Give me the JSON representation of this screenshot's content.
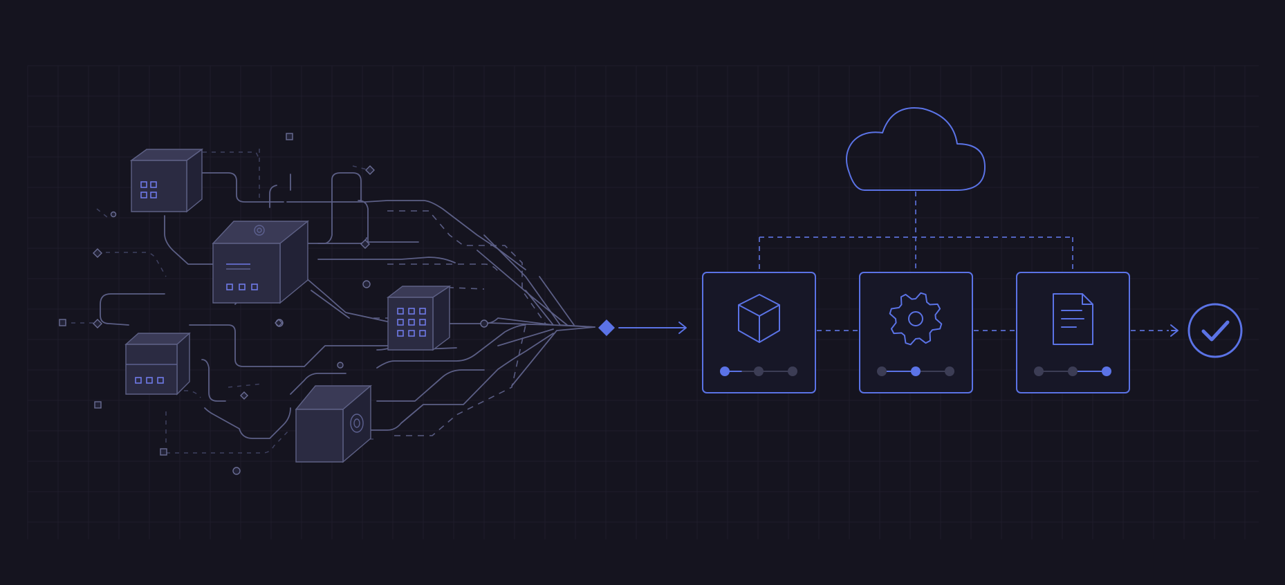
{
  "diagram": {
    "sources": [
      {
        "id": "block-small-grid",
        "icon": "grid-icon"
      },
      {
        "id": "block-gear-config",
        "icon": "gear-icon"
      },
      {
        "id": "block-data-grid",
        "icon": "grid-icon"
      },
      {
        "id": "block-list",
        "icon": "list-icon"
      },
      {
        "id": "block-gear-side",
        "icon": "gear-icon"
      }
    ],
    "merge_node": {
      "icon": "diamond-icon"
    },
    "cloud": {
      "icon": "cloud-icon"
    },
    "stages": [
      {
        "id": "package",
        "icon": "cube-icon",
        "progress_step": 1,
        "progress_total": 3
      },
      {
        "id": "configure",
        "icon": "gear-icon",
        "progress_step": 2,
        "progress_total": 3
      },
      {
        "id": "document",
        "icon": "document-icon",
        "progress_step": 3,
        "progress_total": 3
      }
    ],
    "result": {
      "icon": "check-circle-icon"
    }
  },
  "colors": {
    "background": "#15141f",
    "accent": "#5b73e6",
    "wire": "#5c5f86",
    "cube_face": "#2b2b42"
  }
}
